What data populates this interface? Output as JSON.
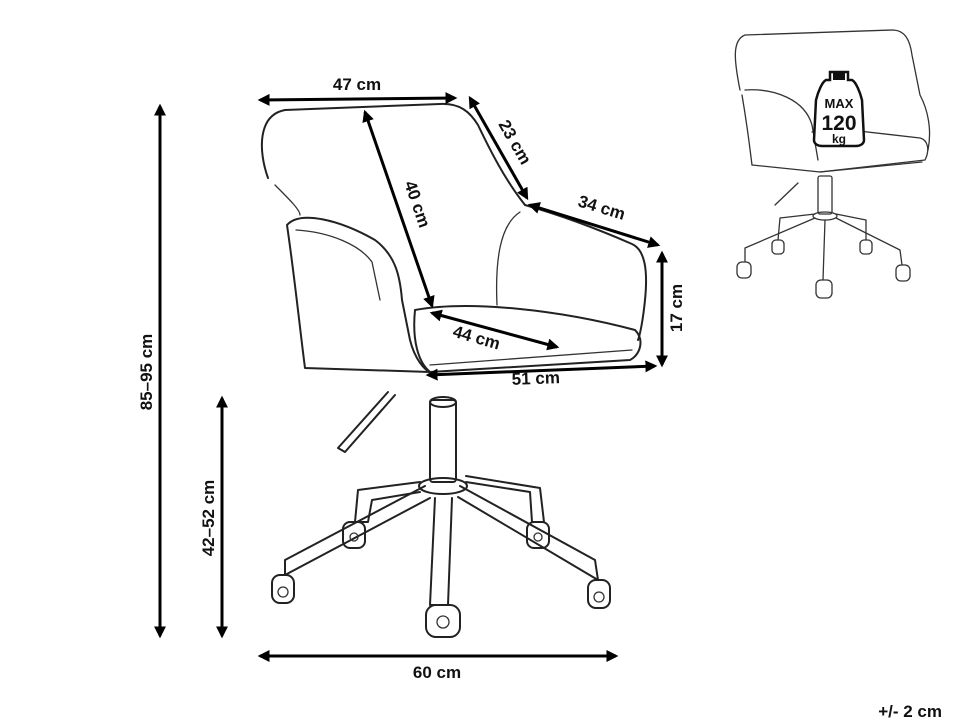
{
  "dimensions": {
    "back_width": "47 cm",
    "arm_depth": "23 cm",
    "arm_length": "34 cm",
    "backrest_height": "40 cm",
    "arm_height": "17 cm",
    "seat_depth": "44 cm",
    "seat_width": "51 cm",
    "overall_height": "85–95 cm",
    "seat_height": "42–52 cm",
    "base_width": "60 cm"
  },
  "badge": {
    "max": "MAX",
    "load": "120",
    "unit": "kg"
  },
  "tolerance": "+/- 2 cm"
}
